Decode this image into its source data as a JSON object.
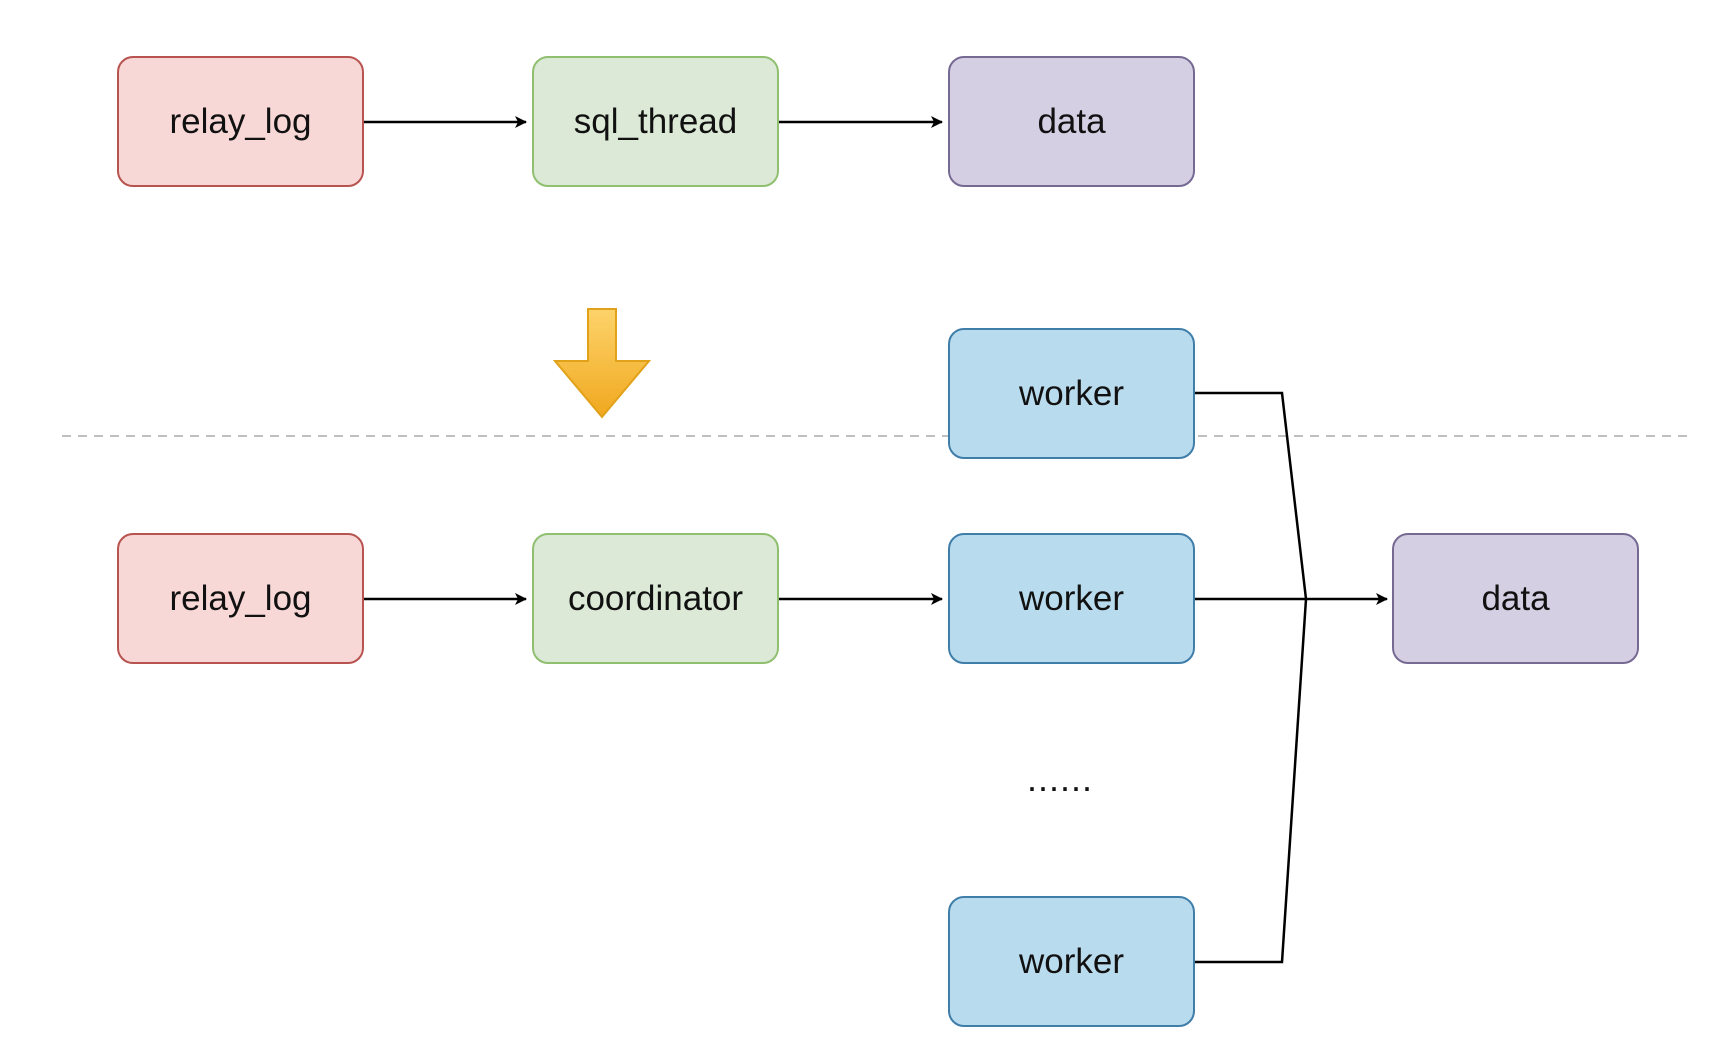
{
  "top_flow": {
    "source": "relay_log",
    "processor": "sql_thread",
    "target": "data"
  },
  "bottom_flow": {
    "source": "relay_log",
    "processor": "coordinator",
    "workers": [
      "worker",
      "worker",
      "worker"
    ],
    "ellipsis": "......",
    "target": "data"
  },
  "colors": {
    "log_fill": "#f8d8d6",
    "log_border": "#b85450",
    "thread_fill": "#dbe9d6",
    "thread_border": "#8fbf6f",
    "data_fill": "#d4cfe3",
    "data_border": "#766a93",
    "worker_fill": "#b9dbee",
    "worker_border": "#3f7ea9",
    "transition_arrow": "#f6b72e"
  }
}
